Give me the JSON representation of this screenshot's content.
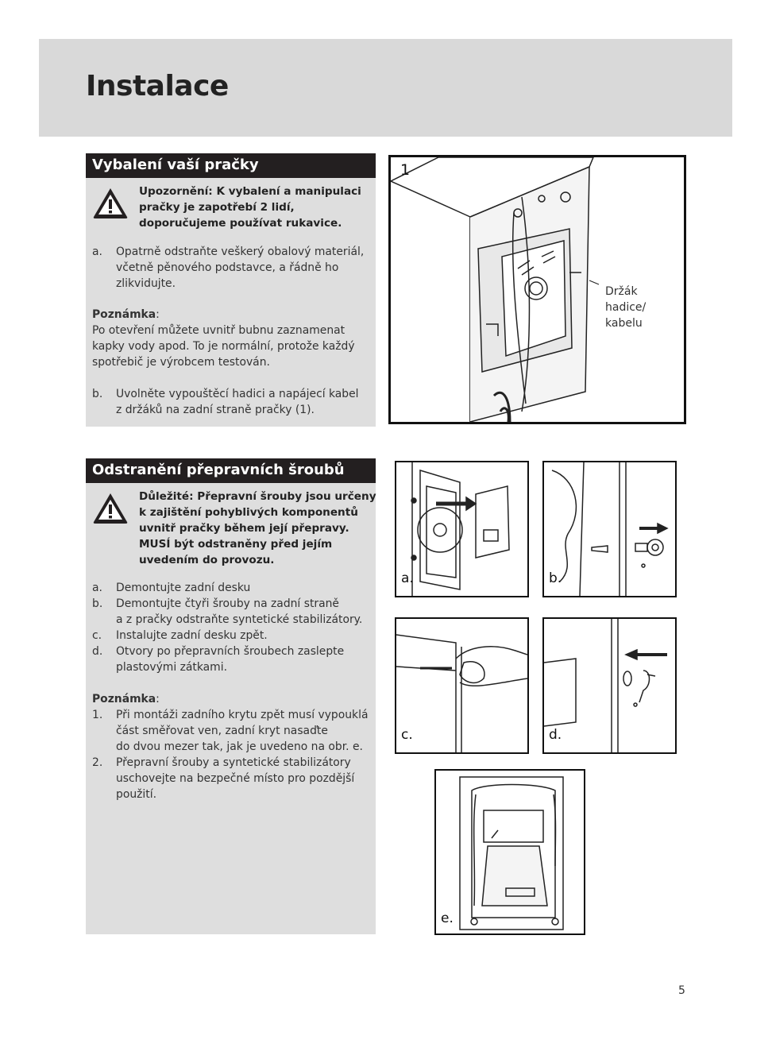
{
  "header": {
    "title": "Instalace"
  },
  "section1": {
    "heading": "Vybalení vaší pračky",
    "warning": [
      "Upozornění: K vybalení a manipulaci",
      "pračky je zapotřebí 2 lidí,",
      "doporučujeme používat rukavice."
    ],
    "step_a": {
      "label": "a.",
      "lines": [
        "Opatrně odstraňte veškerý obalový materiál,",
        "včetně pěnového podstavce, a řádně ho",
        "zlikvidujte."
      ]
    },
    "note": {
      "title": "Poznámka",
      "colon": ":",
      "lines": [
        "Po otevření můžete uvnitř bubnu zaznamenat",
        "kapky vody apod. To je normální, protože každý",
        "spotřebič je výrobcem testován."
      ]
    },
    "step_b": {
      "label": "b.",
      "lines": [
        "Uvolněte vypouštěcí hadici a napájecí kabel",
        "z držáků na zadní straně pračky (1)."
      ]
    }
  },
  "figure1": {
    "number": "1",
    "callout": [
      "Držák",
      "hadice/",
      "kabelu"
    ]
  },
  "section2": {
    "heading": "Odstranění přepravních šroubů",
    "warning": [
      "Důležité: Přepravní šrouby jsou určeny",
      "k zajištění pohyblivých komponentů",
      "uvnitř pračky během její přepravy.",
      "MUSÍ být odstraněny před jejím",
      "uvedením do provozu."
    ],
    "steps": [
      {
        "label": "a.",
        "lines": [
          "Demontujte zadní desku"
        ]
      },
      {
        "label": "b.",
        "lines": [
          "Demontujte čtyři šrouby na zadní straně",
          "a z pračky odstraňte syntetické stabilizátory."
        ]
      },
      {
        "label": "c.",
        "lines": [
          "Instalujte zadní desku zpět."
        ]
      },
      {
        "label": "d.",
        "lines": [
          "Otvory po přepravních šroubech zaslepte",
          "plastovými zátkami."
        ]
      }
    ],
    "note": {
      "title": "Poznámka",
      "colon": ":",
      "items": [
        {
          "label": "1.",
          "lines": [
            "Při montáži zadního krytu zpět musí vypouklá",
            "část směřovat ven, zadní kryt nasaďte",
            "do dvou mezer tak, jak je uvedeno na obr. e."
          ]
        },
        {
          "label": "2.",
          "lines": [
            "Přepravní šrouby a syntetické stabilizátory",
            "uschovejte na bezpečné místo pro pozdější",
            "použití."
          ]
        }
      ]
    }
  },
  "figures": {
    "a": "a.",
    "b": "b.",
    "c": "c.",
    "d": "d.",
    "e": "e."
  },
  "page_number": "5"
}
